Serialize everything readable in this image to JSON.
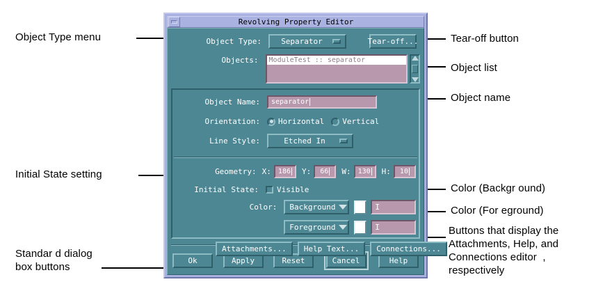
{
  "window": {
    "title": "Revolving Property Editor",
    "menu_button_icon": "window-menu-icon"
  },
  "form": {
    "object_type": {
      "label": "Object Type:",
      "value": "Separator",
      "options": [
        "Separator"
      ]
    },
    "tear_off": {
      "label": "Tear-off..."
    },
    "objects": {
      "label": "Objects:",
      "items": [
        "ModuleTest :: separator"
      ],
      "selected_index": 0
    },
    "object_name": {
      "label": "Object Name:",
      "value": "separator"
    },
    "orientation": {
      "label": "Orientation:",
      "options": [
        "Horizontal",
        "Vertical"
      ],
      "selected": "Horizontal"
    },
    "line_style": {
      "label": "Line Style:",
      "value": "Etched In",
      "options": [
        "Etched In"
      ]
    },
    "geometry": {
      "label": "Geometry:",
      "fields": [
        {
          "label": "X:",
          "value": "186"
        },
        {
          "label": "Y:",
          "value": "66"
        },
        {
          "label": "W:",
          "value": "130"
        },
        {
          "label": "H:",
          "value": "10"
        }
      ]
    },
    "initial_state": {
      "label": "Initial State:",
      "checkbox_label": "Visible",
      "checked": false
    },
    "color": {
      "label": "Color:",
      "rows": [
        {
          "menu_value": "Background",
          "field_value": ""
        },
        {
          "menu_value": "Foreground",
          "field_value": ""
        }
      ]
    },
    "editor_buttons": [
      {
        "label": "Attachments..."
      },
      {
        "label": "Help Text..."
      },
      {
        "label": "Connections..."
      }
    ],
    "dialog_buttons": [
      {
        "label": "Ok",
        "default": false
      },
      {
        "label": "Apply",
        "default": false
      },
      {
        "label": "Reset",
        "default": false
      },
      {
        "label": "Cancel",
        "default": true
      },
      {
        "label": "Help",
        "default": false
      }
    ]
  },
  "annotations": {
    "object_type_menu": "Object Type menu",
    "initial_state_setting": "Initial State setting",
    "standard_dialog_buttons_l1": "Standar d dialog",
    "standard_dialog_buttons_l2": "box buttons",
    "tear_off_button": "Tear-off button",
    "object_list": "Object list",
    "object_name": "Object name",
    "color_background": "Color (Backgr ound)",
    "color_foreground": "Color (For eground)",
    "editor_buttons_l1": "Buttons that display the",
    "editor_buttons_l2": "Attachments, Help, and",
    "editor_buttons_l3": "Connections editor  ,",
    "editor_buttons_l4": "respectively"
  },
  "colors": {
    "page_background": "#ffffff",
    "window_frame": "#a8b0e0",
    "title_bar": "#aab2e2",
    "client_background": "#4d8793",
    "field_background": "#b898ad",
    "text": "#ffffff",
    "annotation_text": "#000000"
  }
}
